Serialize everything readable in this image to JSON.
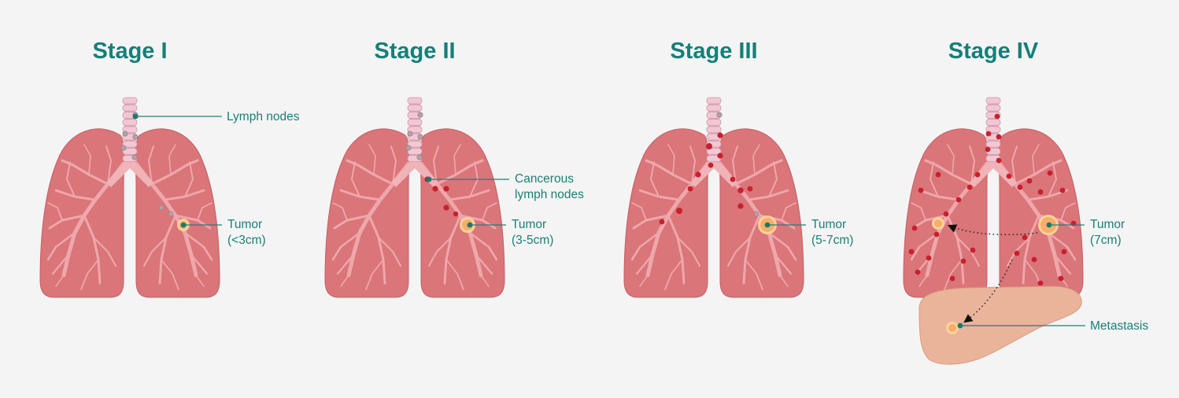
{
  "stages": [
    {
      "title": "Stage I",
      "labels": [
        {
          "key": "lymph",
          "lines": [
            "Lymph nodes"
          ]
        },
        {
          "key": "tumor",
          "lines": [
            "Tumor",
            "(<3cm)"
          ]
        }
      ]
    },
    {
      "title": "Stage II",
      "labels": [
        {
          "key": "cancer-nodes",
          "lines": [
            "Cancerous",
            "lymph nodes"
          ]
        },
        {
          "key": "tumor",
          "lines": [
            "Tumor",
            "(3-5cm)"
          ]
        }
      ]
    },
    {
      "title": "Stage III",
      "labels": [
        {
          "key": "tumor",
          "lines": [
            "Tumor",
            "(5-7cm)"
          ]
        }
      ]
    },
    {
      "title": "Stage IV",
      "labels": [
        {
          "key": "tumor",
          "lines": [
            "Tumor",
            "(7cm)"
          ]
        },
        {
          "key": "metastasis",
          "lines": [
            "Metastasis"
          ]
        }
      ]
    }
  ],
  "colors": {
    "title": "#157f78",
    "label": "#1a8078",
    "lung": "#da7579",
    "airway": "#f0b3b7",
    "cancer_node": "#c8202d",
    "tumor": "#f7ae6a",
    "liver": "#e9b49a"
  }
}
